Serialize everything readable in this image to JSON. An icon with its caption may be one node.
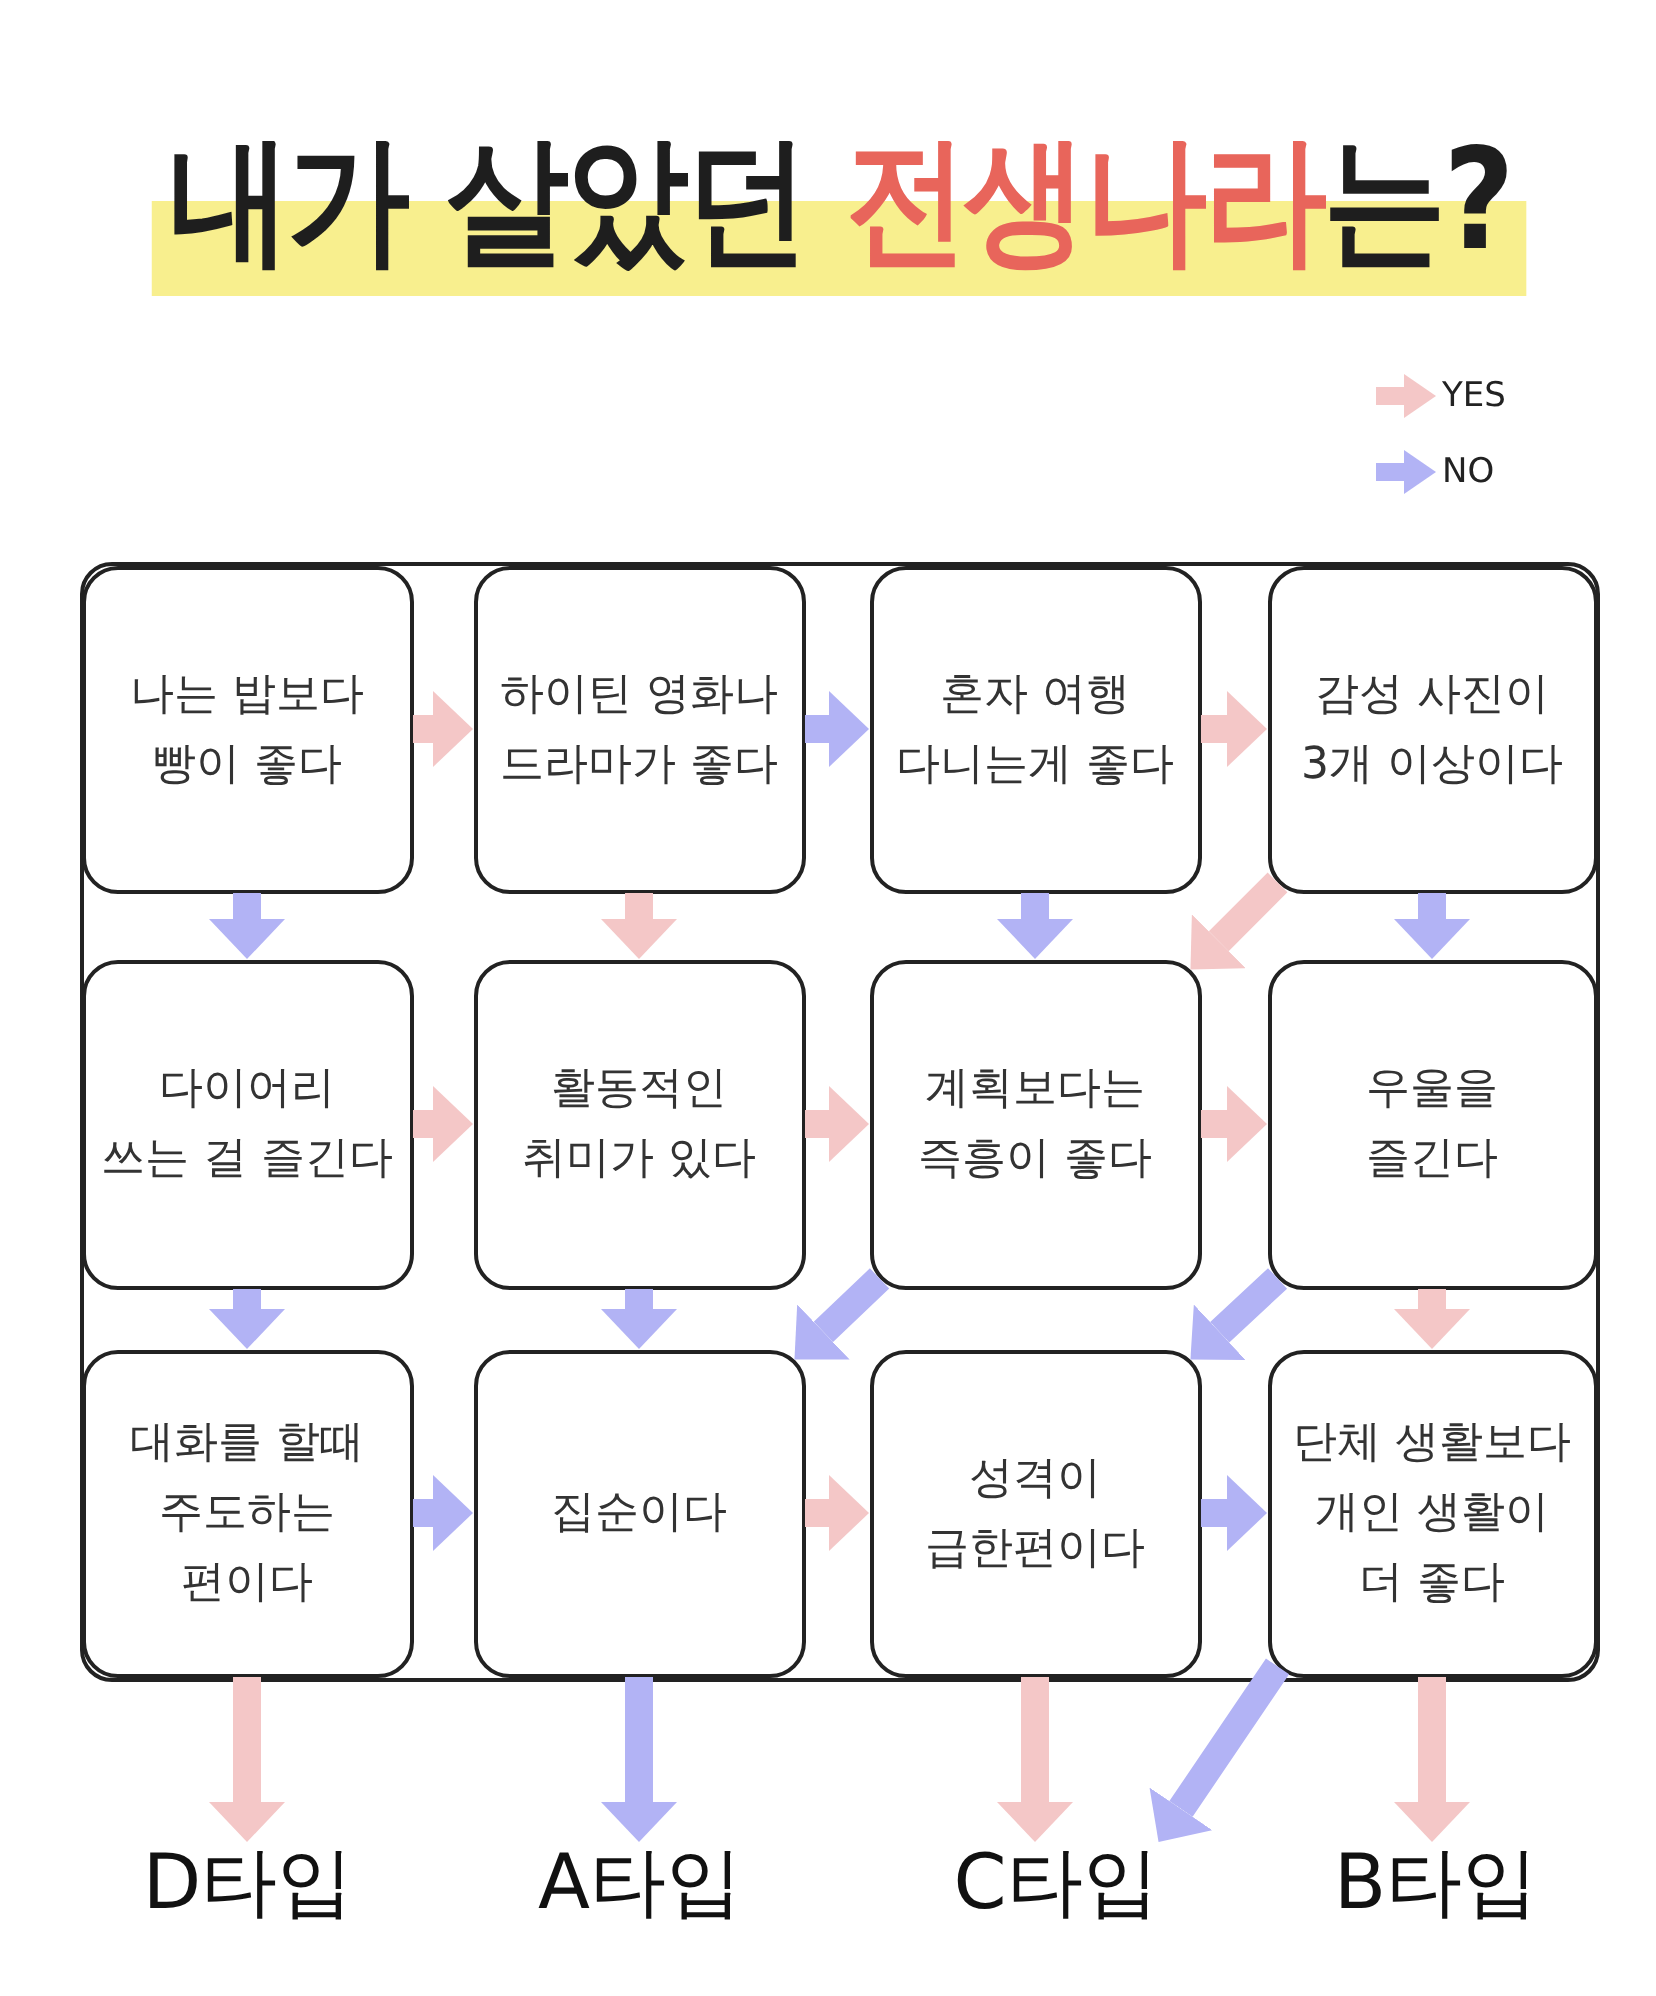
{
  "diagram": {
    "title": "내가 살았던 **전생나라**는?",
    "nodes": [
      {
        "text": [],
        "shape": "box"
      },
      {
        "text": [
          "나는 밥보다 빵이 좋다"
        ],
        "in": 0
      },
      {
        "text": [
          "하이틴 영화나 드라마가 좋다"
        ],
        "in": 0
      },
      {
        "text": [
          "혼자 여행 다니는게 좋다"
        ],
        "in": 0
      },
      {
        "text": [
          "감성 사진이 3개 이상이다"
        ],
        "in": 0
      },
      {
        "text": [
          "다이어리 쓰는 걸 즐긴다"
        ],
        "in": 0
      },
      {
        "text": [
          "활동적인 취미가 있다"
        ],
        "in": 0
      },
      {
        "text": [
          "계획보다는 즉흥이 좋다"
        ],
        "in": 0
      },
      {
        "text": [
          "우울을 즐긴다"
        ],
        "in": 0
      },
      {
        "text": [
          "대화를 할때 주도하는 편이다"
        ],
        "in": 0
      },
      {
        "text": [
          "집순이다"
        ],
        "in": 0
      },
      {
        "text": [
          "성격이 급한편이다"
        ],
        "in": 0
      },
      {
        "text": [
          "단체 생활보다 개인 생활이 더 좋다"
        ],
        "in": 0
      },
      {
        "text": [
          "D타입"
        ]
      },
      {
        "text": [
          "A타입"
        ]
      },
      {
        "text": [
          "C타입"
        ]
      },
      {
        "text": [
          "B타입"
        ]
      }
    ],
    "edges": [
      {
        "from": 1,
        "to": 2,
        "arrow": "to",
        "color": "#f4c7c7"
      },
      {
        "from": 2,
        "to": 3,
        "arrow": "to",
        "color": "#b2b3f5"
      },
      {
        "from": 3,
        "to": 4,
        "arrow": "to",
        "color": "#f4c7c7"
      },
      {
        "from": 1,
        "to": 5,
        "arrow": "to",
        "color": "#b2b3f5"
      },
      {
        "from": 2,
        "to": 6,
        "arrow": "to",
        "color": "#f4c7c7"
      },
      {
        "from": 3,
        "to": 7,
        "arrow": "to",
        "color": "#b2b3f5"
      },
      {
        "from": 4,
        "to": 7,
        "arrow": "to",
        "color": "#f4c7c7"
      },
      {
        "from": 4,
        "to": 8,
        "arrow": "to",
        "color": "#b2b3f5"
      },
      {
        "from": 5,
        "to": 6,
        "arrow": "to",
        "color": "#f4c7c7"
      },
      {
        "from": 6,
        "to": 7,
        "arrow": "to",
        "color": "#f4c7c7"
      },
      {
        "from": 7,
        "to": 8,
        "arrow": "to",
        "color": "#f4c7c7"
      },
      {
        "from": 5,
        "to": 9,
        "arrow": "to",
        "color": "#b2b3f5"
      },
      {
        "from": 6,
        "to": 10,
        "arrow": "to",
        "color": "#b2b3f5"
      },
      {
        "from": 7,
        "to": 10,
        "arrow": "to",
        "color": "#b2b3f5"
      },
      {
        "from": 8,
        "to": 11,
        "arrow": "to",
        "color": "#b2b3f5"
      },
      {
        "from": 8,
        "to": 12,
        "arrow": "to",
        "color": "#f4c7c7"
      },
      {
        "from": 9,
        "to": 10,
        "arrow": "to",
        "color": "#b2b3f5"
      },
      {
        "from": 10,
        "to": 11,
        "arrow": "to",
        "color": "#f4c7c7"
      },
      {
        "from": 11,
        "to": 12,
        "arrow": "to",
        "color": "#b2b3f5"
      },
      {
        "from": 9,
        "to": 13,
        "arrow": "to",
        "color": "#f4c7c7"
      },
      {
        "from": 10,
        "to": 14,
        "arrow": "to",
        "color": "#b2b3f5"
      },
      {
        "from": 11,
        "to": 15,
        "arrow": "to",
        "color": "#f4c7c7"
      },
      {
        "from": 12,
        "to": 15,
        "arrow": "to",
        "color": "#b2b3f5"
      },
      {
        "from": 12,
        "to": 16,
        "arrow": "to",
        "color": "#f4c7c7"
      }
    ],
    "legend": [
      {
        "text": "YES",
        "color": "#f4c7c7"
      },
      {
        "text": "NO",
        "color": "#b2b3f5"
      }
    ]
  }
}
